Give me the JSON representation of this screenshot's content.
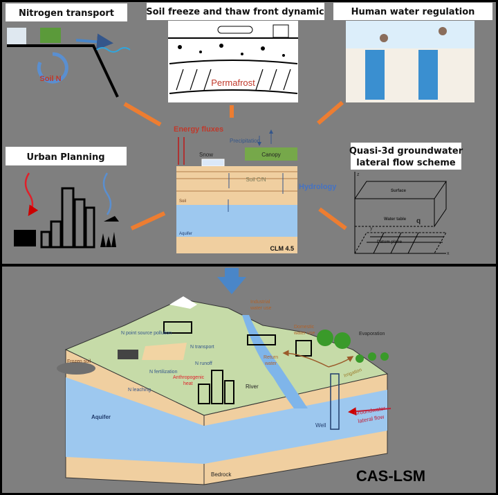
{
  "panels": {
    "nitrogen": {
      "title": "Nitrogen transport",
      "label": "Soil N"
    },
    "freeze": {
      "title": "Soil freeze and thaw front dynamic",
      "label": "Permafrost"
    },
    "human": {
      "title": "Human water regulation"
    },
    "urban": {
      "title": "Urban Planning"
    },
    "quasi3d": {
      "title_line1": "Quasi-3d groundwater",
      "title_line2": "lateral flow scheme",
      "labels": {
        "surface": "Surface",
        "water_table": "Water table",
        "datum": "Datum plane",
        "q": "q",
        "x": "x",
        "y": "y",
        "z": "z"
      }
    },
    "clm": {
      "energy": "Energy fluxes",
      "precipitation": "Precipitation",
      "snow": "Snow",
      "canopy": "Canopy",
      "soil_cn": "Soil C/N",
      "hydrology": "Hydrology",
      "soil": "Soil",
      "aquifer": "Aquifer",
      "name": "CLM 4.5"
    }
  },
  "landscape": {
    "frozen_soil": "Frozen soil",
    "n_point": "N point source pollution",
    "n_transport": "N  transport",
    "n_runoff": "N  runoff",
    "n_fertilization": "N fertilization",
    "n_leaching": "N  leaching",
    "anthro1": "Anthropogenic",
    "anthro2": "heat",
    "river": "River",
    "aquifer": "Aquifer",
    "bedrock": "Bedrock",
    "industrial1": "Industrial",
    "industrial2": "water use",
    "domestic1": "Domestic",
    "domestic2": "water use",
    "return1": "Return",
    "return2": "water",
    "evaporation": "Evaporation",
    "irrigation": "Irrigation",
    "well": "Well",
    "gw1": "Groundwater",
    "gw2": "lateral flow"
  },
  "model_name": "CAS-LSM",
  "colors": {
    "background": "#7f7f7f",
    "arrow_orange": "#ed7d31",
    "arrow_blue": "#4a86c8",
    "soil": "#f0cfa0",
    "water": "#9dc8ef",
    "land": "#c6dba8"
  }
}
